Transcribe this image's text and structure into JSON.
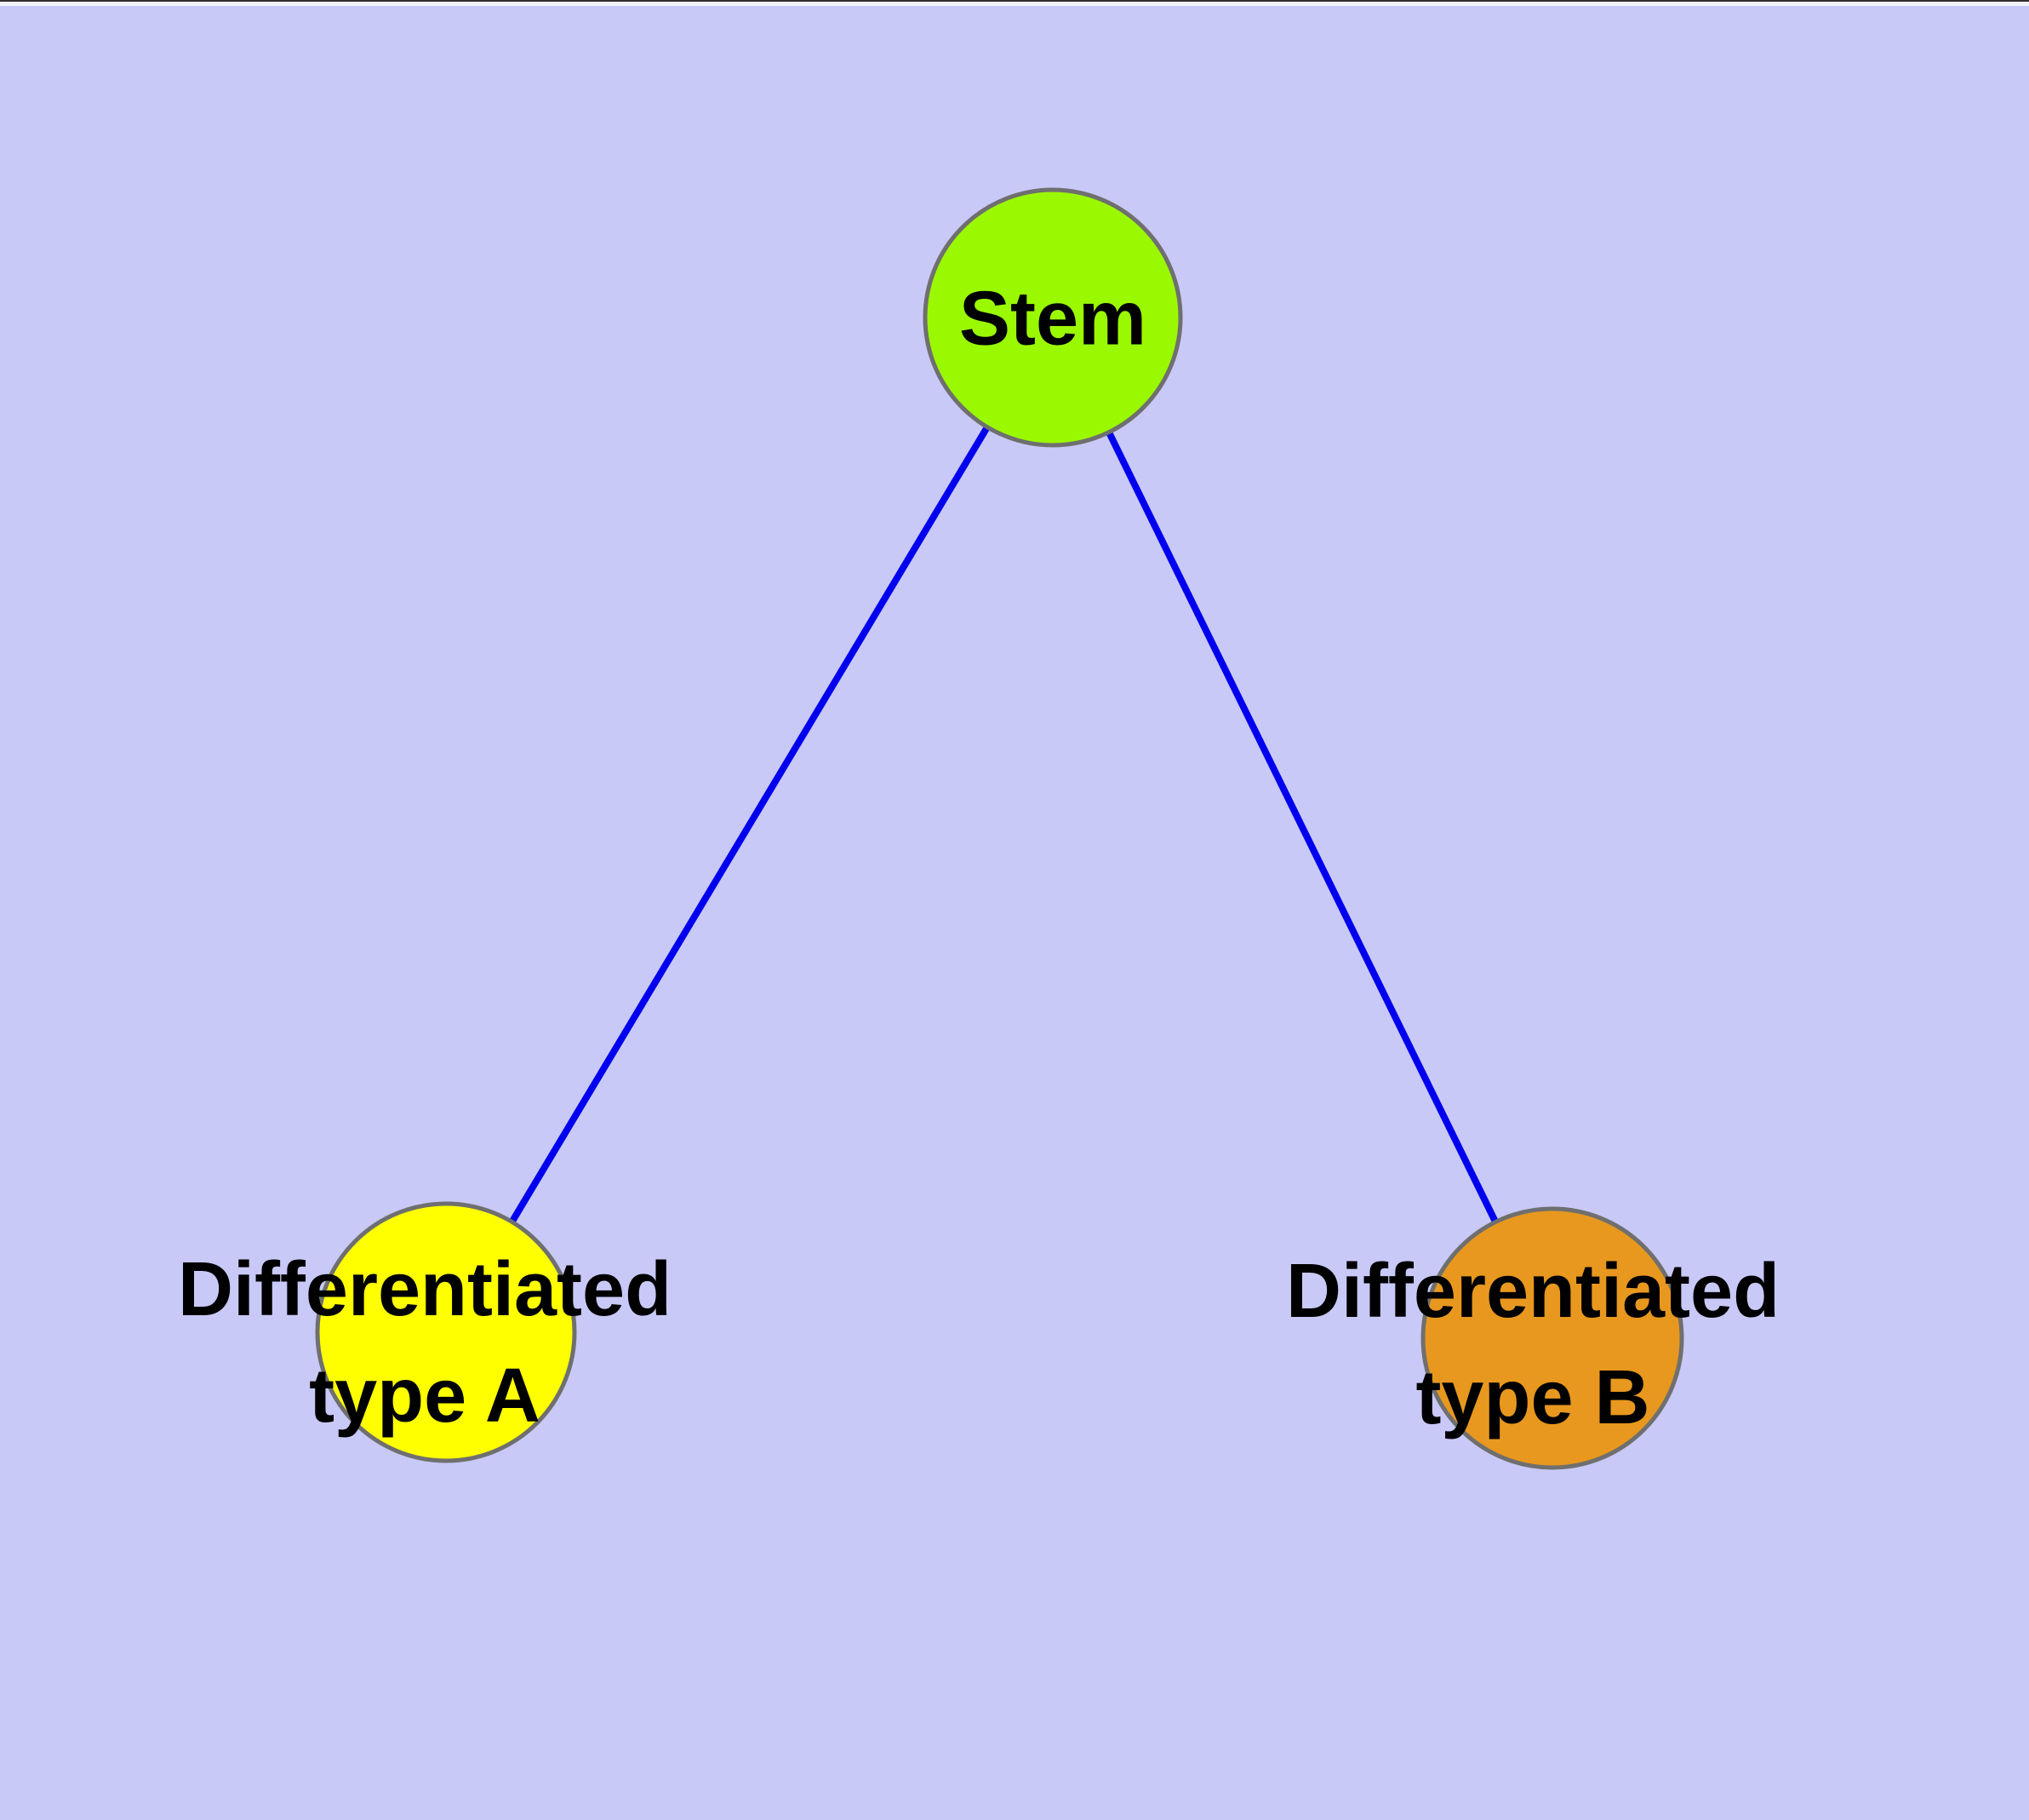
{
  "window": {
    "top_border_color": "#2e2e2e",
    "top_strip_color": "#f2f2fb"
  },
  "diagram": {
    "type": "node-link-graph",
    "background_color": "#c9c9f7",
    "edge_color": "#0000ee",
    "node_border_color": "#6f6f6f",
    "nodes": [
      {
        "id": "stem",
        "label": "Stem",
        "color": "#9af900"
      },
      {
        "id": "differentiated-type-a",
        "label": "Differentiated type A",
        "label_line1": "Differentiated",
        "label_line2": "type A",
        "color": "#ffff00"
      },
      {
        "id": "differentiated-type-b",
        "label": "Differentiated type B",
        "label_line1": "Differentiated",
        "label_line2": "type B",
        "color": "#e8981e"
      }
    ],
    "edges": [
      {
        "from": "Stem",
        "to": "Differentiated type A"
      },
      {
        "from": "Stem",
        "to": "Differentiated type B"
      }
    ]
  }
}
